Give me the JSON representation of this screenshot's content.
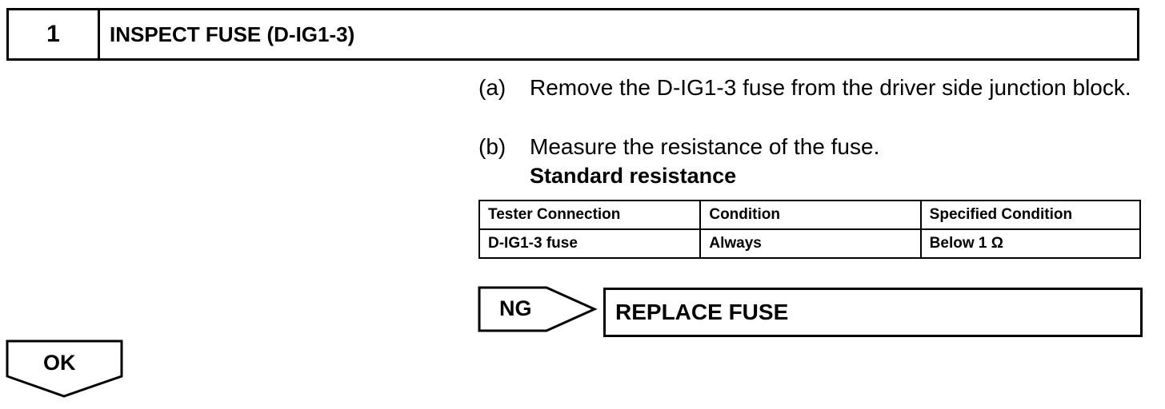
{
  "header": {
    "step_number": "1",
    "title": "INSPECT FUSE (D-IG1-3)"
  },
  "steps": [
    {
      "letter": "(a)",
      "text": "Remove the D-IG1-3 fuse from the driver side junction block."
    },
    {
      "letter": "(b)",
      "text": "Measure the resistance of the fuse."
    }
  ],
  "standard_resistance_label": "Standard resistance",
  "table": {
    "headers": [
      "Tester Connection",
      "Condition",
      "Specified Condition"
    ],
    "rows": [
      [
        "D-IG1-3 fuse",
        "Always",
        "Below 1 Ω"
      ]
    ]
  },
  "ng": {
    "label": "NG",
    "action": "REPLACE FUSE"
  },
  "ok": {
    "label": "OK"
  }
}
